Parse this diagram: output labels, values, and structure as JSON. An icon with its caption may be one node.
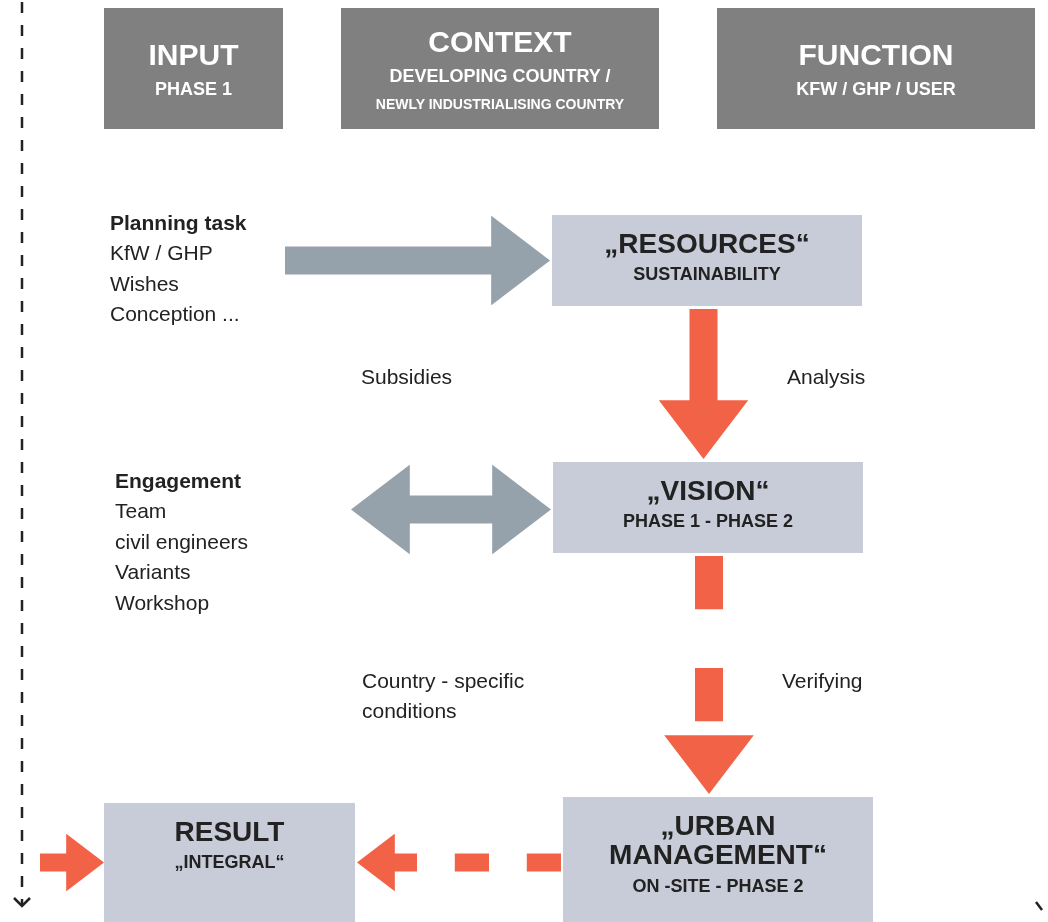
{
  "diagram": {
    "nodes": [
      {
        "text": [
          "INPUT",
          "PHASE 1"
        ]
      },
      {
        "text": [
          "CONTEXT",
          "DEVELOPING COUNTRY /",
          "NEWLY INDUSTRIALISING COUNTRY"
        ]
      },
      {
        "text": [
          "FUNCTION",
          "KFW / GHP / USER"
        ]
      },
      {
        "text": [
          "Planning task",
          "KfW / GHP",
          "Wishes",
          "Conception ..."
        ]
      },
      {
        "text": [
          "„RESOURCES“",
          "SUSTAINABILITY"
        ]
      },
      {
        "text": [
          "Engagement",
          "Team",
          "civil engineers",
          "Variants",
          "Workshop"
        ]
      },
      {
        "text": [
          "„VISION“",
          "PHASE 1 - PHASE 2"
        ]
      },
      {
        "text": [
          "RESULT",
          "„INTEGRAL“"
        ]
      },
      {
        "text": [
          "„URBAN MANAGEMENT“",
          "ON -SITE - PHASE 2"
        ]
      }
    ],
    "edges": [
      {
        "from": 3,
        "to": 4,
        "arrow": "to",
        "color": "#95a1ab"
      },
      {
        "from": 4,
        "to": 6,
        "arrow": "to"
      },
      {
        "from": 5,
        "to": 6,
        "arrow": "both",
        "color": "#95a1ab"
      },
      {
        "from": 6,
        "to": 8,
        "arrow": "to",
        "style": "dashed"
      },
      {
        "from": 8,
        "to": 7,
        "arrow": "to",
        "style": "dashed"
      },
      {
        "from": null,
        "to": 7,
        "arrow": "to"
      }
    ],
    "labels": [
      "Subsidies",
      "Analysis",
      "Country - specific conditions",
      "Verifying"
    ]
  }
}
